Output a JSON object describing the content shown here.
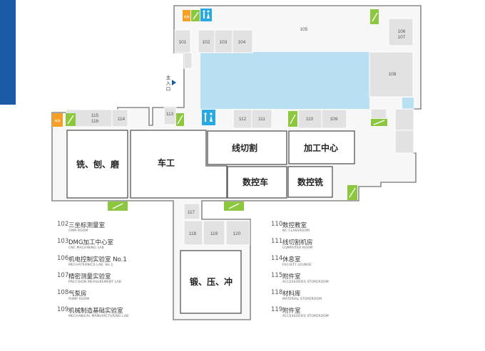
{
  "rooms": {
    "r101": "101",
    "r102": "102",
    "r103": "103",
    "r104": "104",
    "r105": "105",
    "r106": "106",
    "r107": "107",
    "r108": "108",
    "r109": "109",
    "r110": "110",
    "r111": "111",
    "r112": "112",
    "r113": "113",
    "r114": "114",
    "r115": "115",
    "r116": "116",
    "r117": "117",
    "r118": "118",
    "r119": "119",
    "r120": "120"
  },
  "halls": {
    "milling": "铣、刨、磨",
    "lathe": "车工",
    "wire_cut": "线切割",
    "machining_center": "加工中心",
    "cnc_lathe": "数控车",
    "cnc_milling": "数控铣",
    "forging": "锻、压、冲"
  },
  "entrance": {
    "label_1": "主",
    "label_2": "入",
    "label_3": "口"
  },
  "signs": {
    "orange_1": "电梯",
    "orange_2": "电梯"
  },
  "legend_left": [
    {
      "num": "102",
      "cn": "三坐标测量室",
      "en": "CMM ROOM"
    },
    {
      "num": "103",
      "cn": "DMG加工中心室",
      "en": "CNC MACHINING LAB"
    },
    {
      "num": "106",
      "cn": "机电控制实验室 No.1",
      "en": "MECHATRONICS LAB. No.1"
    },
    {
      "num": "107",
      "cn": "精密测量实验室",
      "en": "PRECISION MEASUREMENT LAB"
    },
    {
      "num": "108",
      "cn": "气泵房",
      "en": "PUMP ROOM"
    },
    {
      "num": "109",
      "cn": "机械制造基础实验室",
      "en": "MECHANICAL MANUFACTURING LAB"
    }
  ],
  "legend_right": [
    {
      "num": "110",
      "cn": "数控教室",
      "en": "NC CLASSROOM"
    },
    {
      "num": "111",
      "cn": "线切割机房",
      "en": "COMPUTER ROOM"
    },
    {
      "num": "114",
      "cn": "休息室",
      "en": "FACULTY LOUNGE"
    },
    {
      "num": "115",
      "cn": "附件室",
      "en": "ACCESSORIES STOREROOM"
    },
    {
      "num": "118",
      "cn": "材料库",
      "en": "MATERIAL STOREROOM"
    },
    {
      "num": "119",
      "cn": "附件室",
      "en": "ACCESSORIES STOREROOM"
    }
  ],
  "colors": {
    "blue_bar": "#1b5aa6",
    "courtyard": "#b9dff3",
    "room_gray": "#e2e2e2",
    "wall": "#7a7a7a",
    "stair_green": "#8dc63f",
    "elevator_orange": "#f5a024",
    "restroom_blue": "#29a9e1"
  }
}
